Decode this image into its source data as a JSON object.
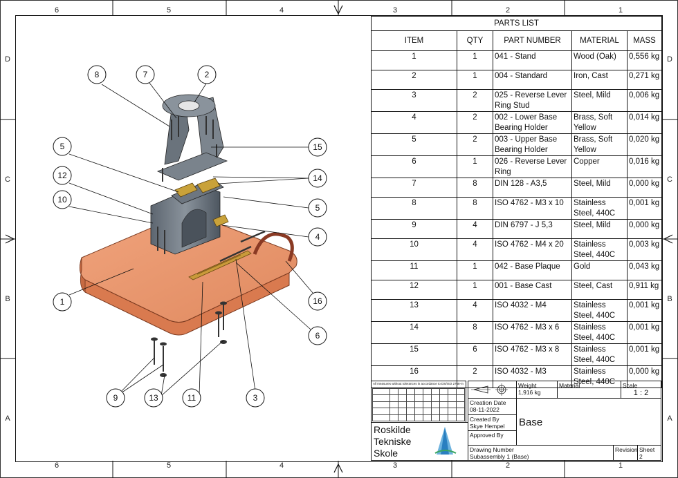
{
  "zones": {
    "cols": [
      "6",
      "5",
      "4",
      "3",
      "2",
      "1"
    ],
    "rows": [
      "D",
      "C",
      "B",
      "A"
    ]
  },
  "parts_list": {
    "title": "PARTS LIST",
    "headers": [
      "ITEM",
      "QTY",
      "PART NUMBER",
      "MATERIAL",
      "MASS"
    ],
    "rows": [
      {
        "item": "1",
        "qty": "1",
        "part": "041 - Stand",
        "material": "Wood (Oak)",
        "mass": "0,556 kg"
      },
      {
        "item": "2",
        "qty": "1",
        "part": "004 - Standard",
        "material": "Iron, Cast",
        "mass": "0,271 kg"
      },
      {
        "item": "3",
        "qty": "2",
        "part": "025 - Reverse Lever Ring Stud",
        "material": "Steel, Mild",
        "mass": "0,006 kg"
      },
      {
        "item": "4",
        "qty": "2",
        "part": "002 - Lower Base Bearing Holder",
        "material": "Brass, Soft Yellow",
        "mass": "0,014 kg"
      },
      {
        "item": "5",
        "qty": "2",
        "part": "003 - Upper Base Bearing Holder",
        "material": "Brass, Soft Yellow",
        "mass": "0,020 kg"
      },
      {
        "item": "6",
        "qty": "1",
        "part": "026 - Reverse Lever Ring",
        "material": "Copper",
        "mass": "0,016 kg"
      },
      {
        "item": "7",
        "qty": "8",
        "part": "DIN 128 - A3,5",
        "material": "Steel, Mild",
        "mass": "0,000 kg"
      },
      {
        "item": "8",
        "qty": "8",
        "part": "ISO 4762  - M3 x 10",
        "material": "Stainless Steel, 440C",
        "mass": "0,001 kg"
      },
      {
        "item": "9",
        "qty": "4",
        "part": "DIN 6797 - J 5,3",
        "material": "Steel, Mild",
        "mass": "0,000 kg"
      },
      {
        "item": "10",
        "qty": "4",
        "part": "ISO 4762  - M4 x 20",
        "material": "Stainless Steel, 440C",
        "mass": "0,003 kg"
      },
      {
        "item": "11",
        "qty": "1",
        "part": "042 - Base Plaque",
        "material": "Gold",
        "mass": "0,043 kg"
      },
      {
        "item": "12",
        "qty": "1",
        "part": "001 - Base Cast",
        "material": "Steel, Cast",
        "mass": "0,911 kg"
      },
      {
        "item": "13",
        "qty": "4",
        "part": "ISO 4032 - M4",
        "material": "Stainless Steel, 440C",
        "mass": "0,001 kg"
      },
      {
        "item": "14",
        "qty": "8",
        "part": "ISO 4762  - M3 x 6",
        "material": "Stainless Steel, 440C",
        "mass": "0,001 kg"
      },
      {
        "item": "15",
        "qty": "6",
        "part": "ISO 4762  - M3 x 8",
        "material": "Stainless Steel, 440C",
        "mass": "0,001 kg"
      },
      {
        "item": "16",
        "qty": "2",
        "part": "ISO 4032 - M3",
        "material": "Stainless Steel, 440C",
        "mass": "0,000 kg"
      }
    ]
  },
  "title_block": {
    "tolerance_note": "All measures without tolerances in accordance to DS/ISO 2768-m",
    "weight_label": "Weight",
    "weight_value": "1,916 kg",
    "material_label": "Material",
    "scale_label": "Scale",
    "scale_value": "1 : 2",
    "creation_date_label": "Creation Date",
    "creation_date_value": "08-11-2022",
    "created_by_label": "Created By",
    "created_by_value": "Skye Hempel",
    "approved_by_label": "Approved By",
    "title_value": "Base",
    "school_line1": "Roskilde",
    "school_line2": "Tekniske",
    "school_line3": "Skole",
    "drawing_number_label": "Drawing Number",
    "drawing_number_value": "Subassembly 1 (Base)",
    "revision_label": "Revision",
    "sheet_label": "Sheet",
    "sheet_value": "2"
  },
  "balloons": [
    "8",
    "7",
    "2",
    "5",
    "15",
    "12",
    "14",
    "10",
    "5",
    "4",
    "1",
    "16",
    "6",
    "9",
    "13",
    "11",
    "3"
  ]
}
